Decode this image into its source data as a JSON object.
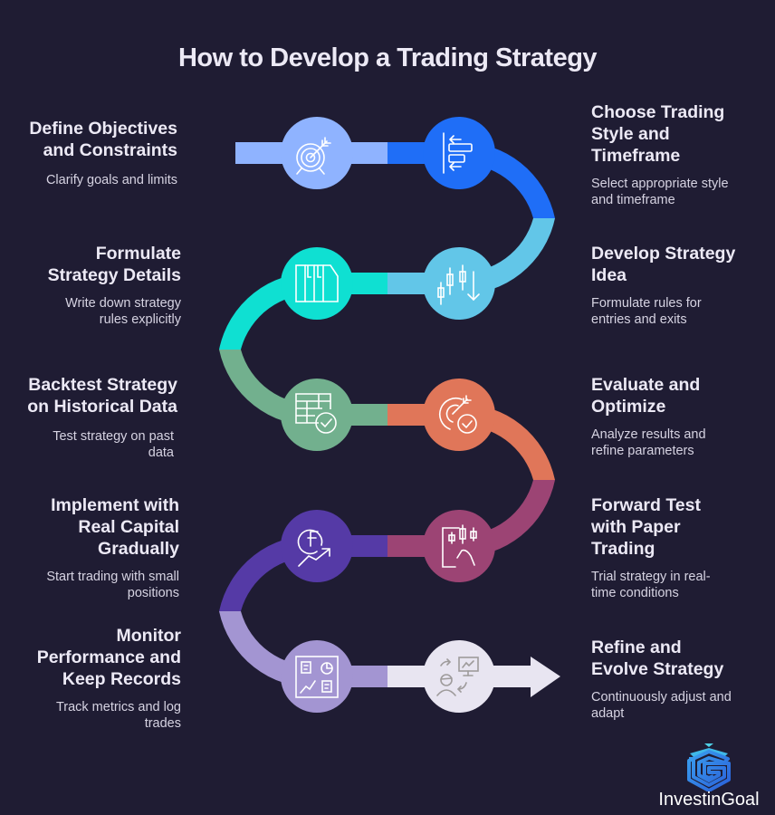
{
  "title": "How to Develop a Trading Strategy",
  "colors": {
    "background": "#1f1c33",
    "step1": "#8fb3ff",
    "step2": "#1f6ef7",
    "step3": "#62c6e8",
    "step4": "#0fe0d2",
    "step5": "#72b08e",
    "step6": "#e07659",
    "step7": "#9c4474",
    "step8": "#553aa6",
    "step9": "#a395d2",
    "step10": "#e8e5f1"
  },
  "steps": [
    {
      "heading": [
        "Define Objectives",
        "and Constraints"
      ],
      "desc": [
        "Clarify goals and limits"
      ],
      "icon": "target-icon",
      "side": "left"
    },
    {
      "heading": [
        "Choose Trading",
        "Style and",
        "Timeframe"
      ],
      "desc": [
        "Select appropriate style",
        "and timeframe"
      ],
      "icon": "align-bars-icon",
      "side": "right"
    },
    {
      "heading": [
        "Develop Strategy",
        "Idea"
      ],
      "desc": [
        "Formulate rules for",
        "entries and exits"
      ],
      "icon": "candlestick-down-icon",
      "side": "right"
    },
    {
      "heading": [
        "Formulate",
        "Strategy Details"
      ],
      "desc": [
        "Write down strategy",
        "rules explicitly"
      ],
      "icon": "columns-icon",
      "side": "left"
    },
    {
      "heading": [
        "Backtest Strategy",
        "on Historical Data"
      ],
      "desc": [
        "Test strategy on past",
        "data"
      ],
      "icon": "table-check-icon",
      "side": "left"
    },
    {
      "heading": [
        "Evaluate and",
        "Optimize"
      ],
      "desc": [
        "Analyze results and",
        "refine parameters"
      ],
      "icon": "target-check-icon",
      "side": "right"
    },
    {
      "heading": [
        "Forward Test",
        "with Paper",
        "Trading"
      ],
      "desc": [
        "Trial strategy in real-",
        "time conditions"
      ],
      "icon": "mobile-candlestick-icon",
      "side": "right"
    },
    {
      "heading": [
        "Implement with",
        "Real Capital",
        "Gradually"
      ],
      "desc": [
        "Start trading with small",
        "positions"
      ],
      "icon": "currency-growth-icon",
      "side": "left"
    },
    {
      "heading": [
        "Monitor",
        "Performance and",
        "Keep Records"
      ],
      "desc": [
        "Track metrics and log",
        "trades"
      ],
      "icon": "dashboard-icon",
      "side": "left"
    },
    {
      "heading": [
        "Refine and",
        "Evolve Strategy"
      ],
      "desc": [
        "Continuously adjust and",
        "adapt"
      ],
      "icon": "person-cycle-icon",
      "side": "right"
    }
  ],
  "logo": {
    "text": "InvestinGoal"
  }
}
